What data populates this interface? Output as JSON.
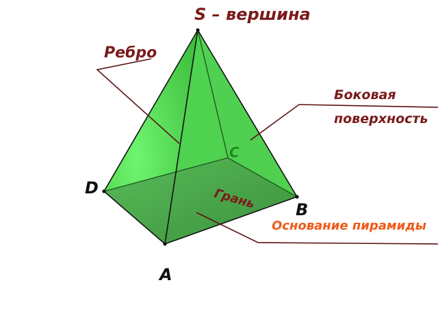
{
  "labels": {
    "apex": "S – вершина",
    "edge": "Ребро",
    "lateral_surface_line1": "Боковая",
    "lateral_surface_line2": "поверхность",
    "face": "Грань",
    "base": "Основание пирамиды"
  },
  "vertices": {
    "S": "S",
    "A": "A",
    "B": "B",
    "C": "C",
    "D": "D"
  },
  "colors": {
    "face_light": "#5ee35e",
    "face_mid": "#4cc94c",
    "base": "#4aa84a",
    "edge_line": "#111111",
    "label_dark_red": "#7a1a1a",
    "label_orange": "#f05a1a",
    "vertex_c": "#1e8a1e"
  }
}
